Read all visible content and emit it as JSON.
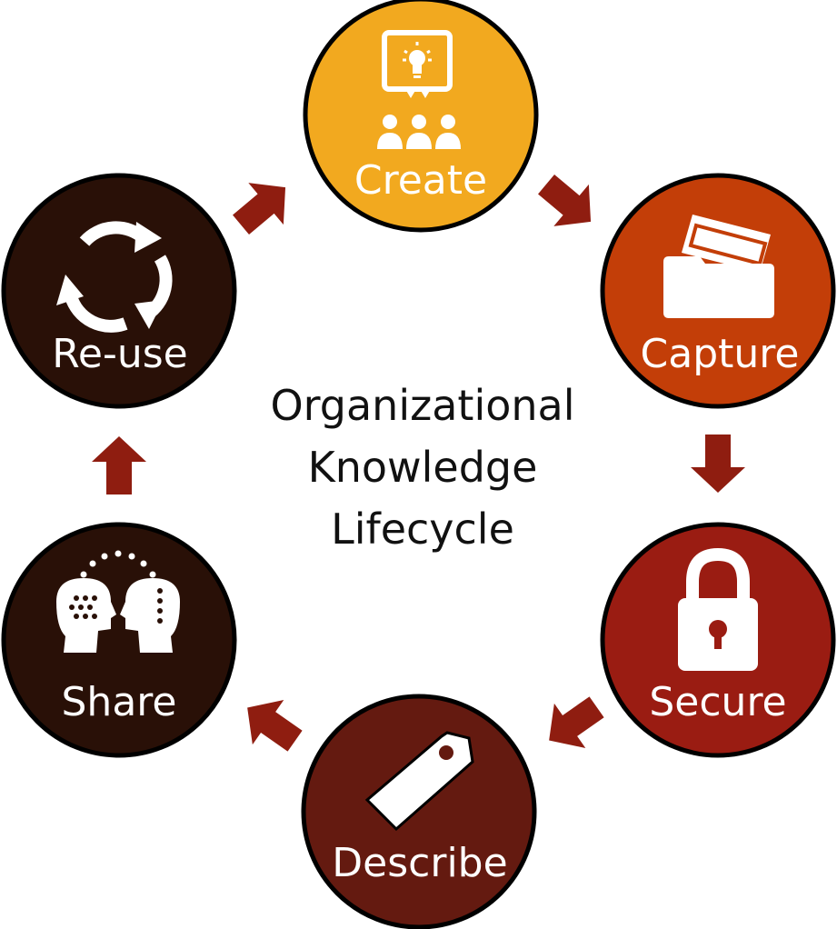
{
  "title_lines": [
    "Organizational",
    "Knowledge",
    "Lifecycle"
  ],
  "colors": {
    "create": "#f2a91f",
    "capture": "#c33e08",
    "secure": "#9a1c12",
    "describe": "#641a10",
    "share": "#291007",
    "reuse": "#291007",
    "arrow": "#8f1d10",
    "icon": "#ffffff",
    "outline": "#000000"
  },
  "stages": [
    {
      "key": "create",
      "label": "Create",
      "icon": "idea-presentation-icon"
    },
    {
      "key": "capture",
      "label": "Capture",
      "icon": "folder-icon"
    },
    {
      "key": "secure",
      "label": "Secure",
      "icon": "padlock-icon"
    },
    {
      "key": "describe",
      "label": "Describe",
      "icon": "tag-icon"
    },
    {
      "key": "share",
      "label": "Share",
      "icon": "sharing-heads-icon"
    },
    {
      "key": "reuse",
      "label": "Re-use",
      "icon": "recycle-arrows-icon"
    }
  ]
}
